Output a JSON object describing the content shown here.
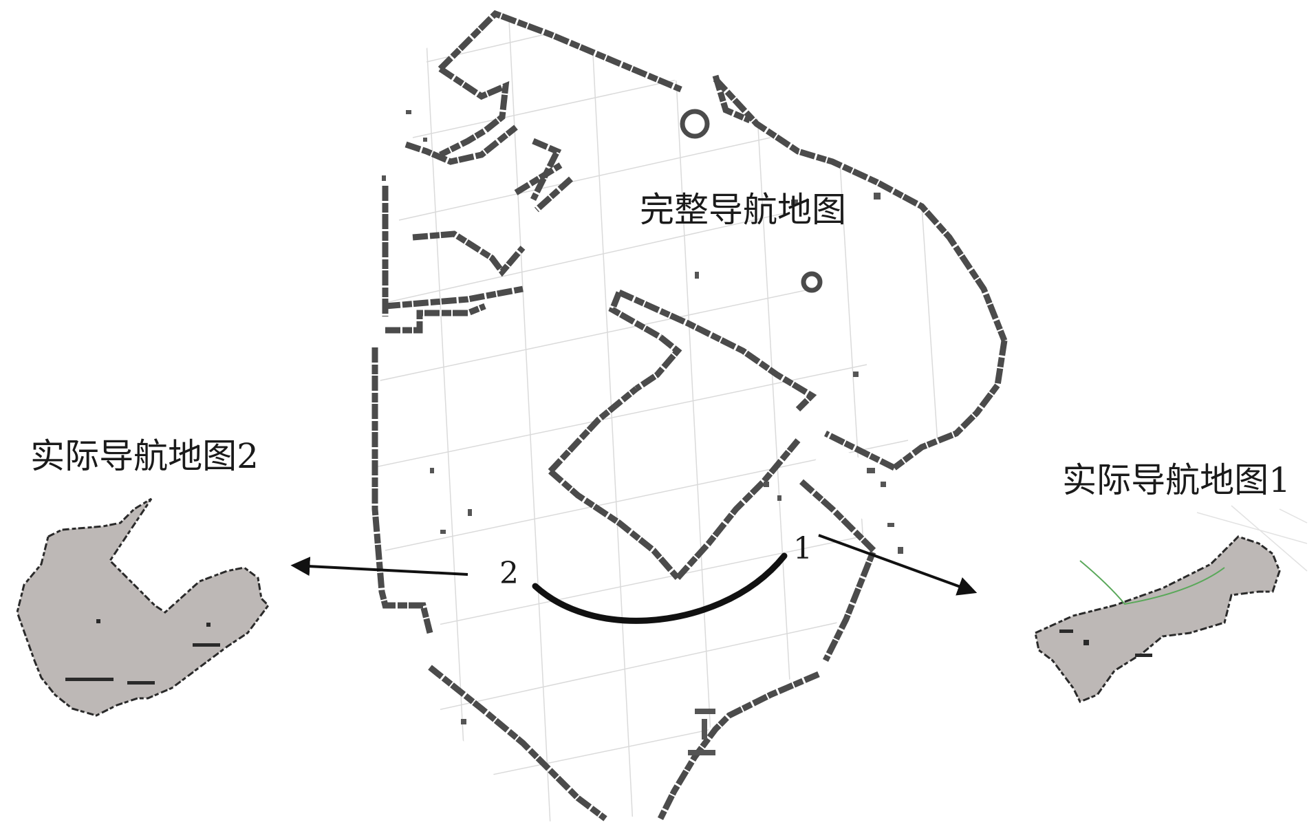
{
  "labels": {
    "full_map": "完整导航地图",
    "actual_map_2": "实际导航地图2",
    "actual_map_1": "实际导航地图1",
    "point_1": "1",
    "point_2": "2"
  },
  "colors": {
    "wall": "#4a4a4a",
    "grid": "#d9d9d9",
    "free_space": "#bdb8b6",
    "path": "#111111",
    "robot_trail": "#5aa85a"
  }
}
